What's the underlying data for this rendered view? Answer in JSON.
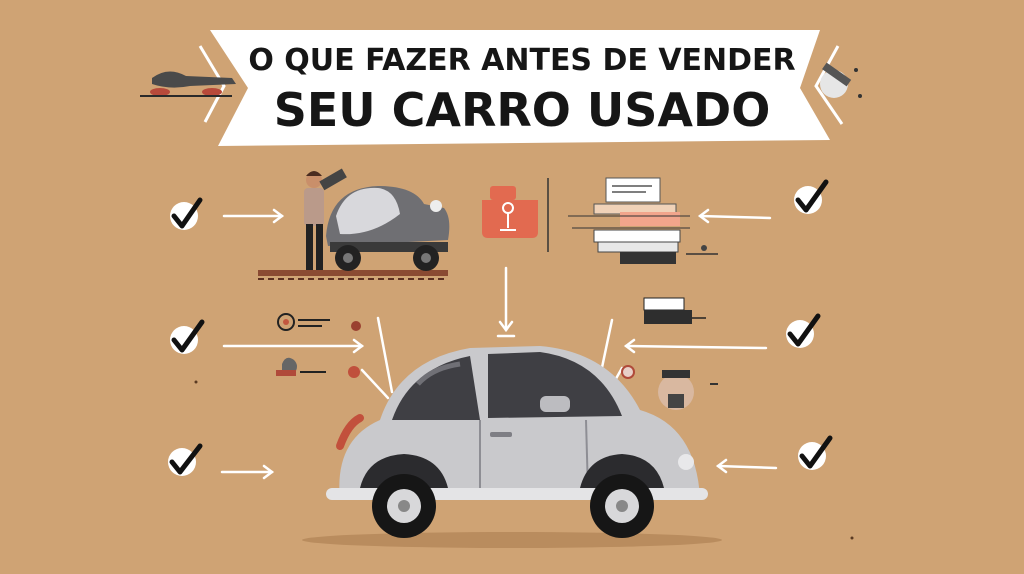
{
  "banner": {
    "line1": "O QUE FAZER  ANTES DE VENDER",
    "line2": "SEU CARRO USADO"
  },
  "colors": {
    "background": "#cfa374",
    "banner": "#ffffff",
    "ink": "#161616",
    "car_body": "#c9c9cc",
    "accent_red": "#d9553f"
  },
  "icons": [
    "check-icon",
    "arrow-right-icon",
    "arrow-left-icon",
    "car-illustration",
    "mechanic-illustration",
    "document-icon",
    "key-fob-icon",
    "paperwork-icon"
  ]
}
